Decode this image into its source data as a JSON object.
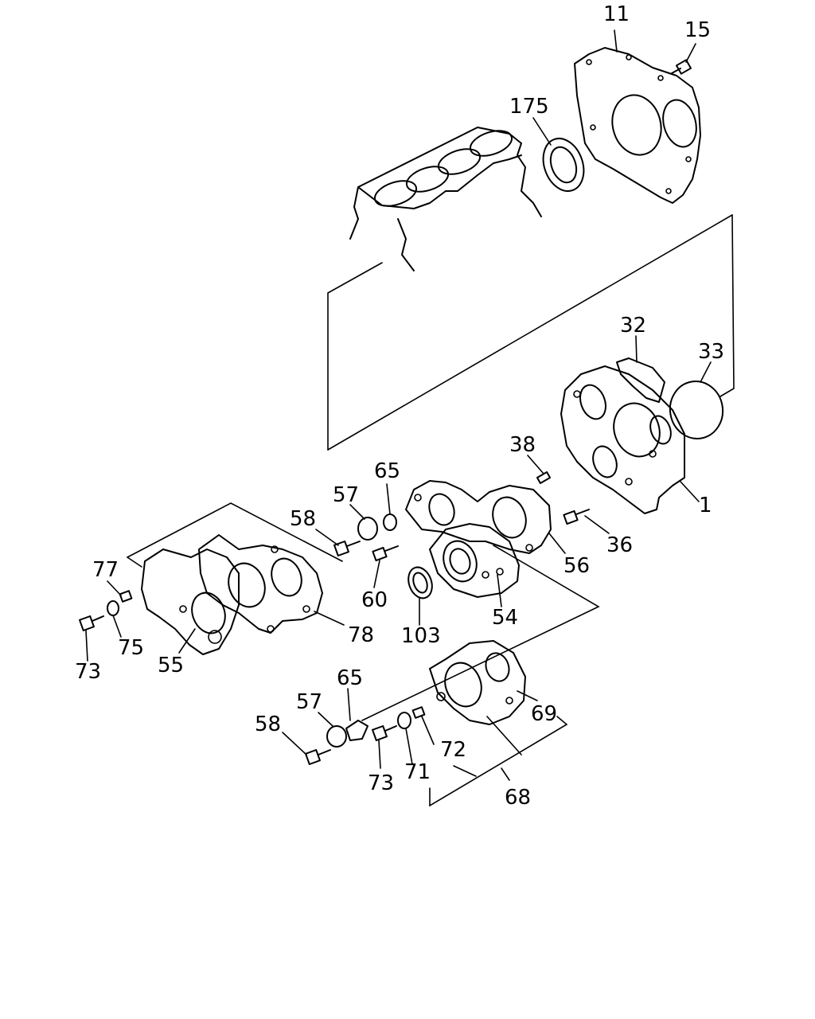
{
  "callouts": {
    "c11": "11",
    "c15": "15",
    "c175": "175",
    "c32": "32",
    "c33": "33",
    "c38": "38",
    "c1": "1",
    "c36": "36",
    "c56": "56",
    "c54": "54",
    "c103": "103",
    "c65a": "65",
    "c57a": "57",
    "c58a": "58",
    "c60": "60",
    "c77": "77",
    "c75a": "75",
    "c73a": "73",
    "c55": "55",
    "c78": "78",
    "c65b": "65",
    "c57b": "57",
    "c58b": "58",
    "c73b": "73",
    "c71": "71",
    "c72": "72",
    "c69": "69",
    "c68": "68"
  }
}
